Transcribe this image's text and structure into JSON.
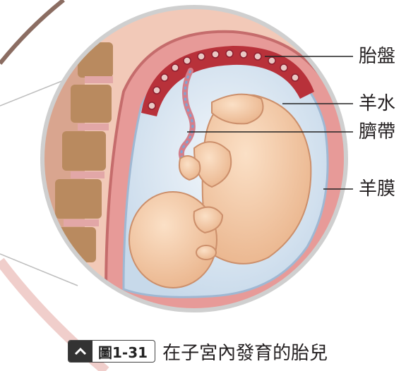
{
  "labels": {
    "placenta": "胎盤",
    "amniotic_fluid": "羊水",
    "umbilical_cord": "臍帶",
    "amnion": "羊膜"
  },
  "caption": {
    "number": "圖1-31",
    "text": "在子宮內發育的胎兒"
  }
}
